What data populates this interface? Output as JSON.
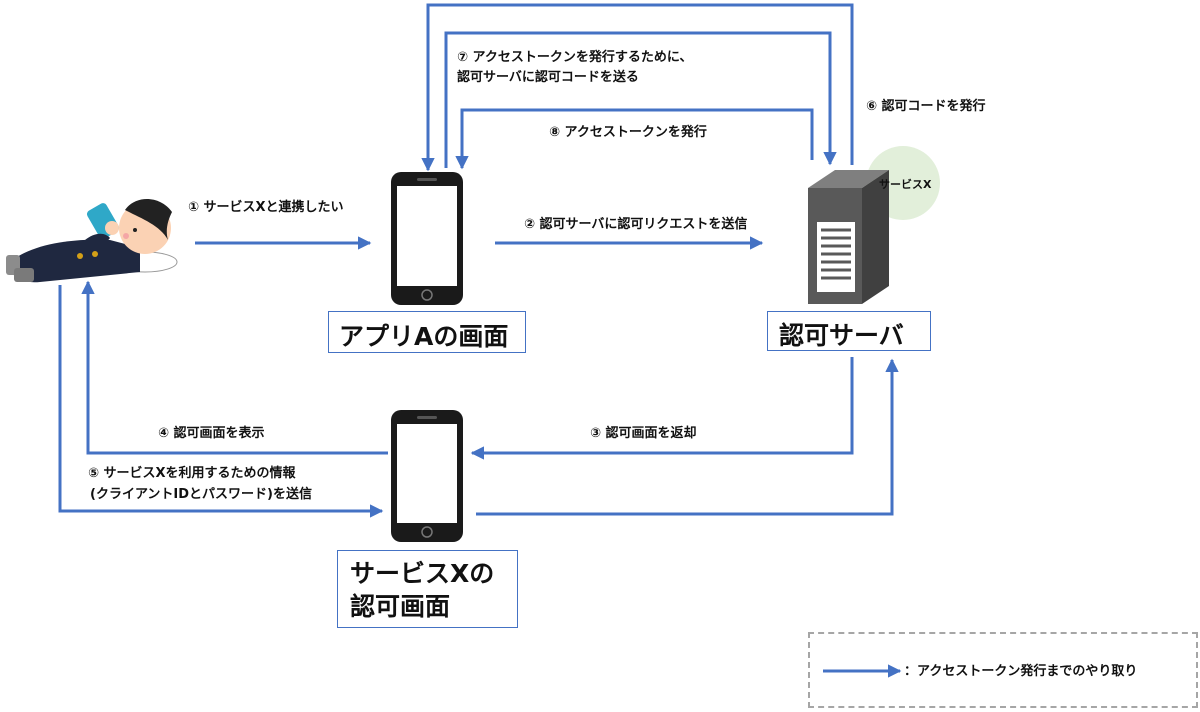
{
  "labels": {
    "step1": "① サービスXと連携したい",
    "step2": "② 認可サーバに認可リクエストを送信",
    "step3": "③ 認可画面を返却",
    "step4": "④ 認可画面を表示",
    "step5_line1": "⑤ サービスXを利用するための情報",
    "step5_line2": "(クライアントIDとパスワード)を送信",
    "step6": "⑥ 認可コードを発行",
    "step7_line1": "⑦ アクセストークンを発行するために、",
    "step7_line2": "認可サーバに認可コードを送る",
    "step8": "⑧ アクセストークンを発行"
  },
  "boxes": {
    "app_screen": "アプリAの画面",
    "auth_server": "認可サーバ",
    "servicex_screen_line1": "サービスXの",
    "servicex_screen_line2": "認可画面"
  },
  "server_badge": "サービスX",
  "legend": {
    "text": "：アクセストークン発行までのやり取り"
  },
  "colors": {
    "arrow": "#4472c4",
    "phone": "#1a1a1a",
    "server": "#595959",
    "badge": "#e2efda"
  }
}
